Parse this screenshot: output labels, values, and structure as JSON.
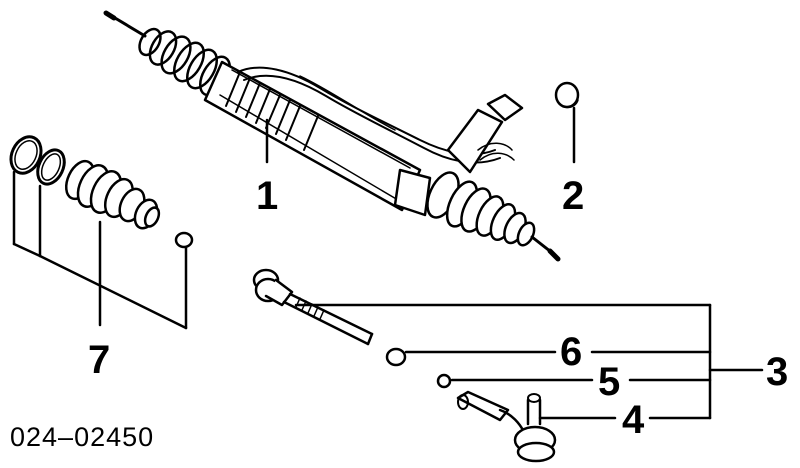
{
  "callouts": {
    "c1": "1",
    "c2": "2",
    "c3": "3",
    "c4": "4",
    "c5": "5",
    "c6": "6",
    "c7": "7"
  },
  "diagram_code": "024–02450",
  "colors": {
    "ink": "#000000",
    "paper": "#ffffff"
  }
}
